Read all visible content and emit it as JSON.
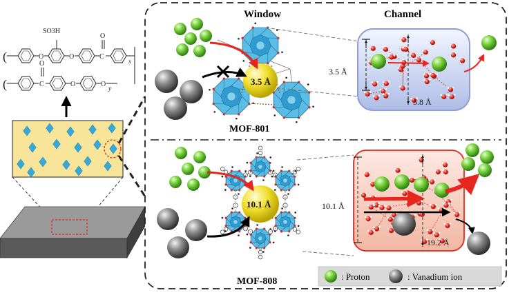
{
  "labels": {
    "window": "Window",
    "channel": "Channel",
    "mof801": "MOF-801",
    "mof808": "MOF-808",
    "dim_3_5_window": "3.5 Å",
    "dim_3_5_channel": "3.5 Å",
    "dim_5_8": "5.8 Å",
    "dim_10_1_window": "10.1 Å",
    "dim_10_1_channel": "10.1 Å",
    "dim_19_2": "19.2 Å"
  },
  "polymer": {
    "so3h": "SO3H",
    "x": "x",
    "y": "y",
    "o": "O",
    "c": "C"
  },
  "legend": {
    "proton": ": Proton",
    "vanadium": ": Vanadium ion"
  },
  "colors": {
    "proton_green": "#5cc02f",
    "vanadium_gray": "#7a7a7a",
    "pore_yellow": "#f0dc2a",
    "cluster_blue": "#35a9d8",
    "membrane_yellow": "#f8e59a",
    "channel_blue": "#c9d6f0",
    "channel_pink": "#f6c9bd",
    "arrow_red": "#e8251e"
  }
}
